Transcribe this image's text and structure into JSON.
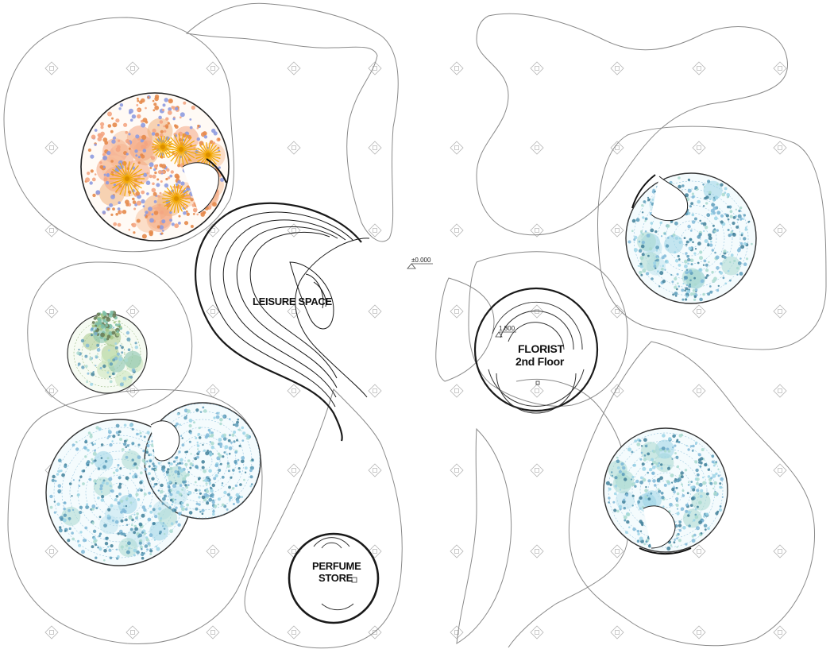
{
  "labels": {
    "leisure_space": "LEISURE SPACE",
    "florist_line1": "FLORIST",
    "florist_line2": "2nd Floor",
    "perfume_line1": "PERFUME",
    "perfume_line2": "STORE"
  },
  "elevations": {
    "ground": "±0.000",
    "florist": "1.800"
  },
  "legend_marker_icon": "diamond-grid-marker",
  "palette": {
    "outline": "#8a8a8a",
    "wall": "#1a1a1a",
    "warm_planting": [
      "#f4a582",
      "#f0b07a",
      "#e8892b",
      "#f2a900",
      "#8e9be0"
    ],
    "cool_planting": [
      "#7fb8d8",
      "#9bd3e6",
      "#5b9bb8",
      "#3f7f99",
      "#a9d9cf"
    ],
    "green_planting": [
      "#6b7f5a",
      "#a7c98b",
      "#7fc0a8"
    ]
  }
}
